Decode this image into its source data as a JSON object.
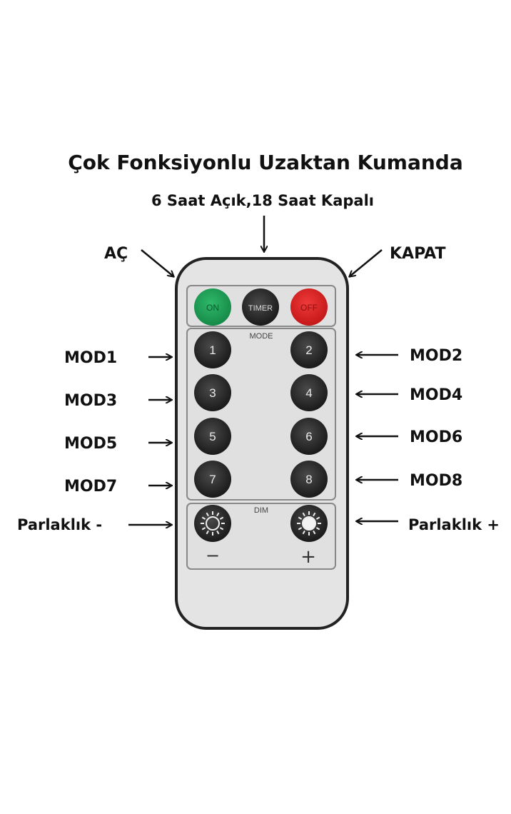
{
  "title": "Çok Fonksiyonlu Uzaktan Kumanda",
  "subtitle": "6 Saat Açık,18 Saat Kapalı",
  "labels": {
    "on": "AÇ",
    "off": "KAPAT",
    "mod1": "MOD1",
    "mod2": "MOD2",
    "mod3": "MOD3",
    "mod4": "MOD4",
    "mod5": "MOD5",
    "mod6": "MOD6",
    "mod7": "MOD7",
    "mod8": "MOD8",
    "dim_minus": "Parlaklık -",
    "dim_plus": "Parlaklık +"
  },
  "remote": {
    "on_button": "ON",
    "timer_button": "TIMER",
    "off_button": "OFF",
    "mode_label": "MODE",
    "dim_label": "DIM",
    "minus": "−",
    "plus": "+",
    "mode_buttons": [
      "1",
      "2",
      "3",
      "4",
      "5",
      "6",
      "7",
      "8"
    ],
    "colors": {
      "on": "#1fa35a",
      "off": "#e02a2a",
      "button": "#2a2a2a",
      "body": "#e4e4e4"
    }
  }
}
